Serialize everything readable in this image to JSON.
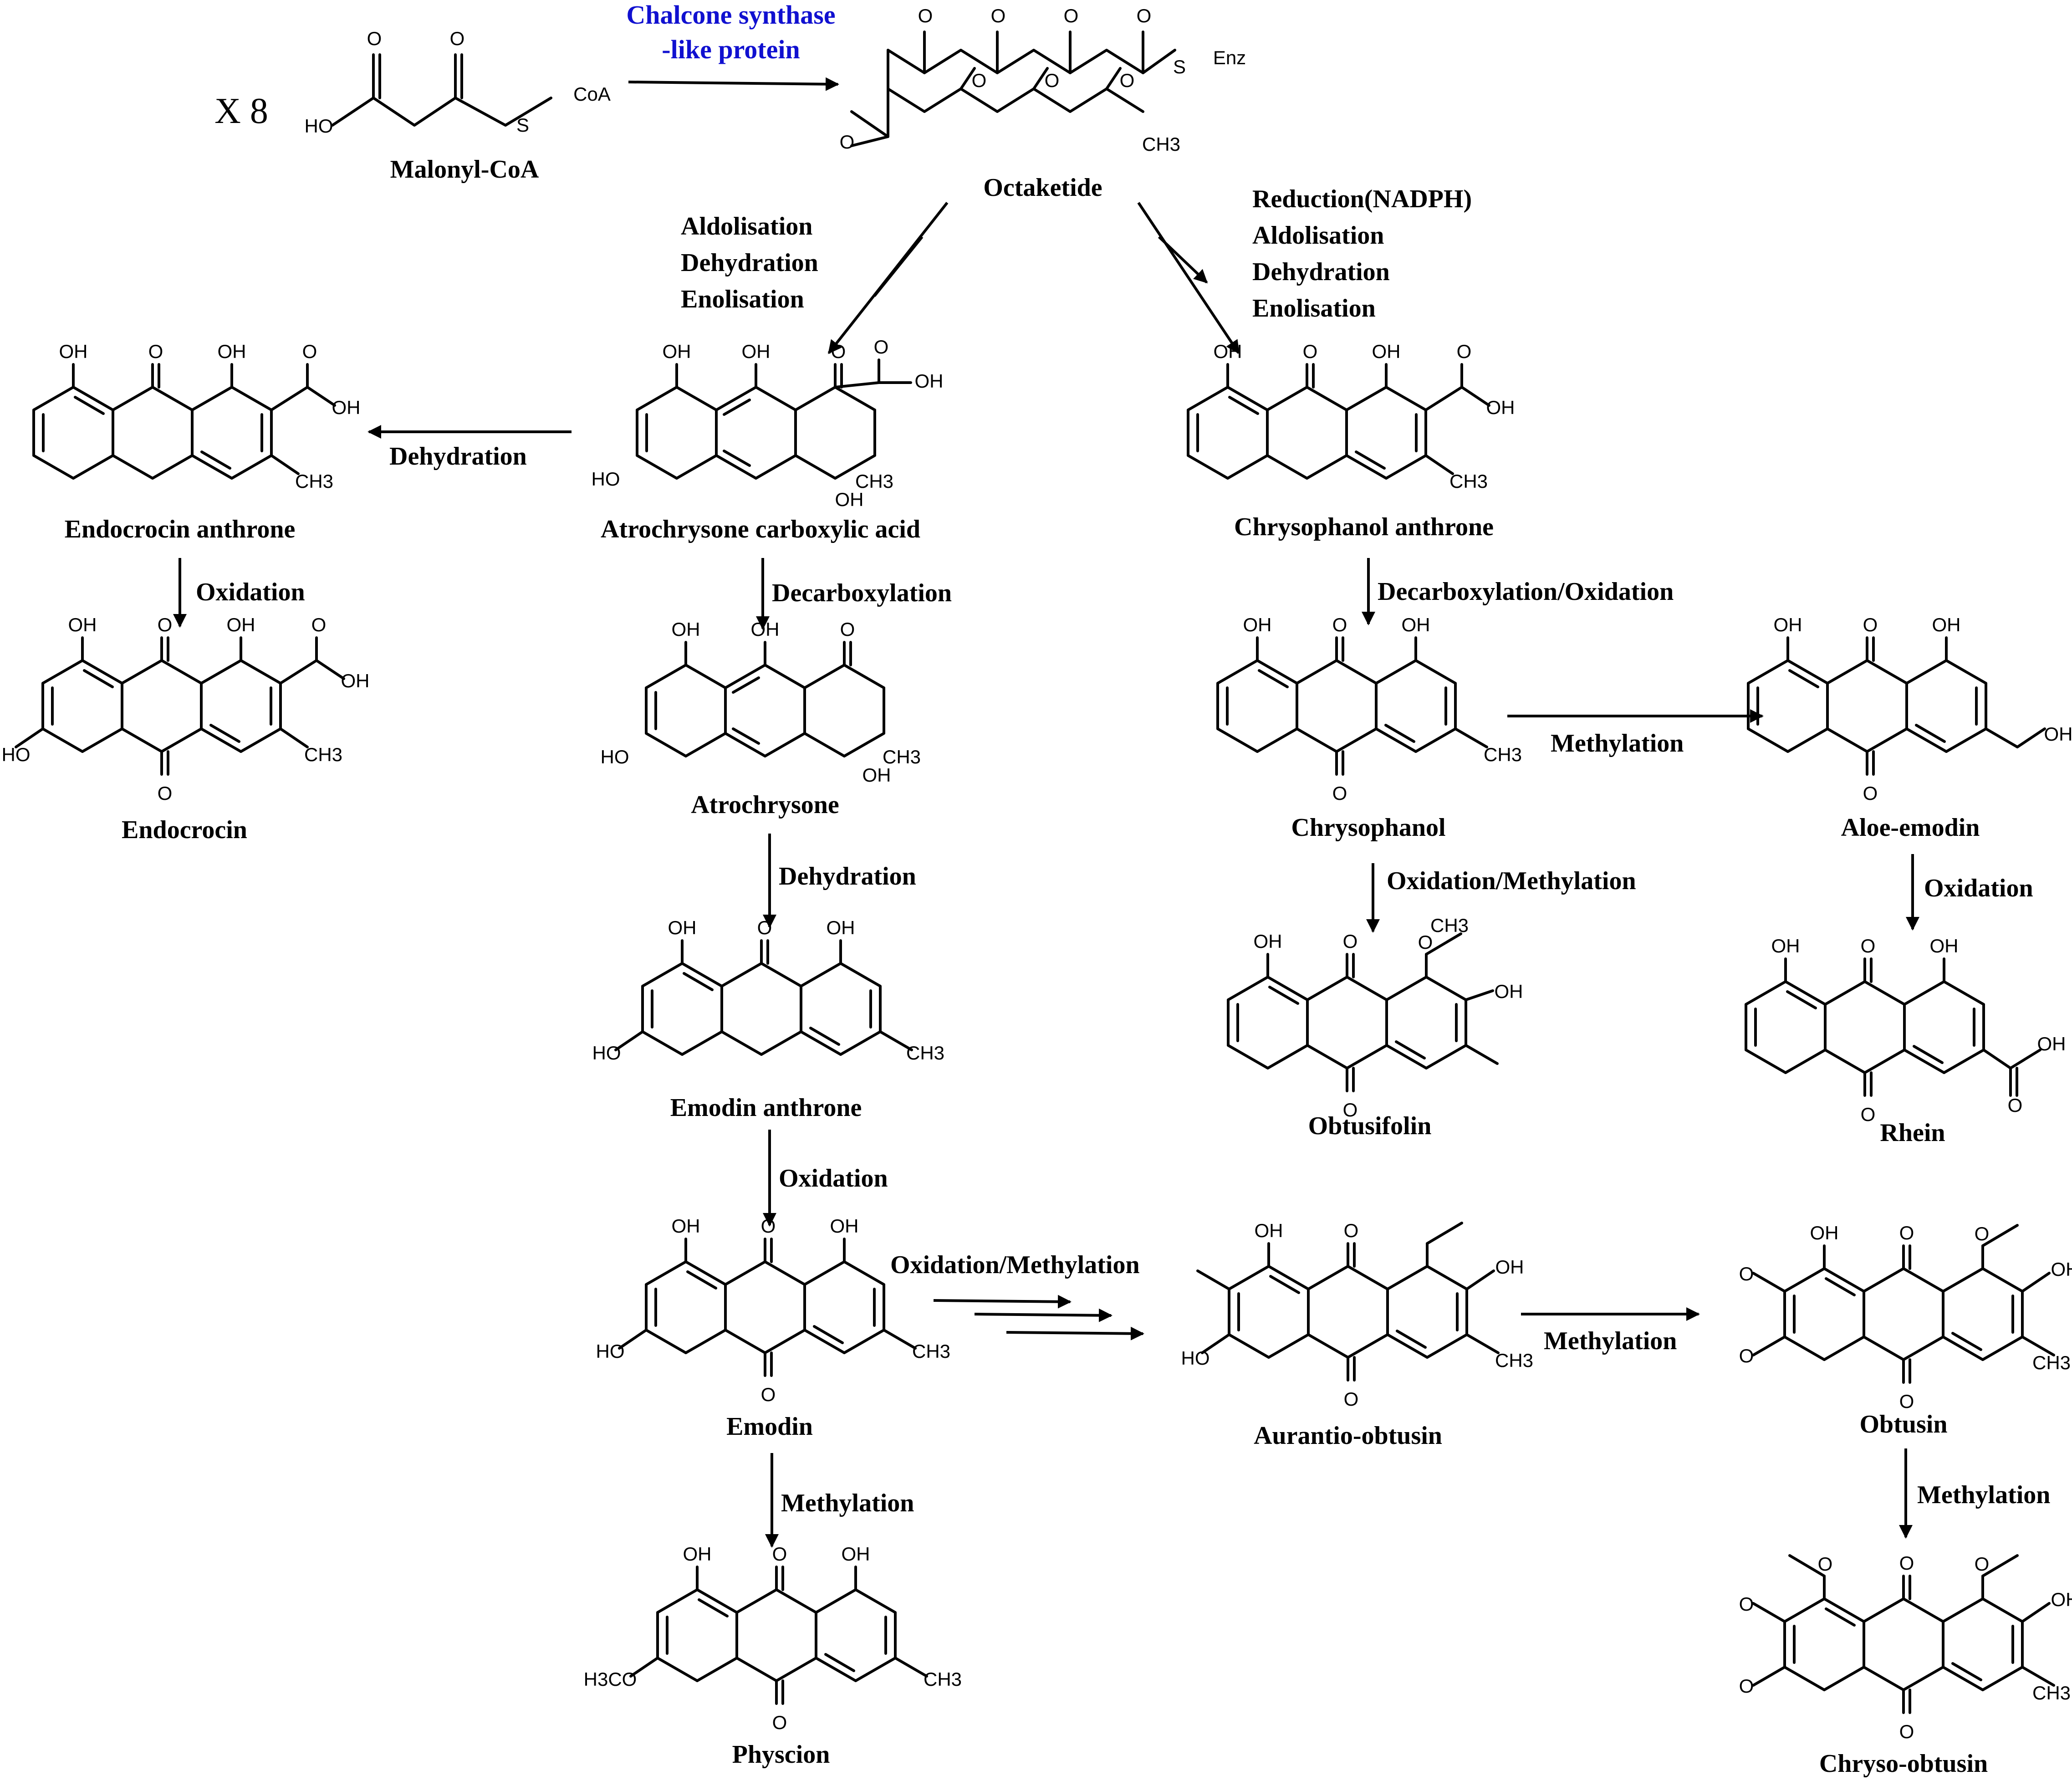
{
  "colors": {
    "enzyme": "#1010d0",
    "ink": "#000000",
    "background": "#ffffff"
  },
  "header": {
    "multiplier": "X 8",
    "enzyme_label": [
      "Chalcone synthase",
      "-like protein"
    ]
  },
  "compounds": {
    "malonyl_coa": "Malonyl-CoA",
    "octaketide": "Octaketide",
    "endocrocin_anthrone": "Endocrocin anthrone",
    "atrochrysone_carboxylic_acid": "Atrochrysone carboxylic acid",
    "chrysophanol_anthrone": "Chrysophanol anthrone",
    "endocrocin": "Endocrocin",
    "atrochrysone": "Atrochrysone",
    "chrysophanol": "Chrysophanol",
    "aloe_emodin": "Aloe-emodin",
    "emodin_anthrone": "Emodin anthrone",
    "obtusifolin": "Obtusifolin",
    "rhein": "Rhein",
    "emodin": "Emodin",
    "aurantio_obtusin": "Aurantio-obtusin",
    "obtusin": "Obtusin",
    "physcion": "Physcion",
    "chryso_obtusin": "Chryso-obtusin"
  },
  "steps": {
    "left_branch": [
      "Aldolisation",
      "Dehydration",
      "Enolisation"
    ],
    "right_branch": [
      "Reduction(NADPH)",
      "Aldolisation",
      "Dehydration",
      "Enolisation"
    ],
    "to_endocrocin_anthrone": "Dehydration",
    "to_endocrocin": "Oxidation",
    "to_atrochrysone": "Decarboxylation",
    "to_emodin_anthrone": "Dehydration",
    "to_emodin": "Oxidation",
    "to_physcion": "Methylation",
    "to_aurantio_obtusin": "Oxidation/Methylation",
    "to_obtusin": "Methylation",
    "to_chryso_obtusin": "Methylation",
    "to_chrysophanol": "Decarboxylation/Oxidation",
    "to_aloe_emodin": "Methylation",
    "to_obtusifolin": "Oxidation/Methylation",
    "to_rhein": "Oxidation"
  },
  "atoms": {
    "O": "O",
    "OH": "OH",
    "HO": "HO",
    "CH3": "CH3",
    "H3CO": "H3CO",
    "S": "S",
    "CoA": "CoA",
    "Enz": "Enz",
    "S_Enz": "S–Enz"
  }
}
